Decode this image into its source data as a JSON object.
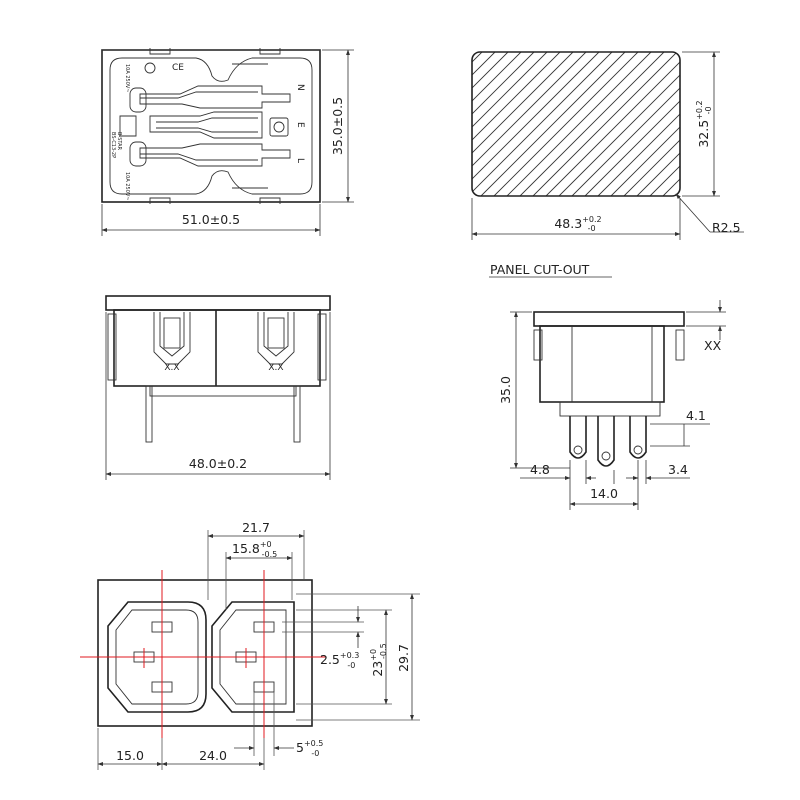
{
  "top_view": {
    "width_dim": "51.0±0.5",
    "height_dim": "35.0±0.5",
    "brand_text": "B-STAR",
    "model_text": "BS-C13-2P",
    "rating_top": "10A 250V~",
    "rating_bottom": "10A 250V~",
    "terminal_labels": [
      "N",
      "E",
      "L"
    ],
    "ce_mark": "CE"
  },
  "panel_cutout": {
    "title": "PANEL CUT-OUT",
    "width_base": "48.3",
    "width_tol_plus": "+0.2",
    "width_tol_minus": "-0",
    "height_base": "32.5",
    "height_tol_plus": "+0.2",
    "height_tol_minus": "-0",
    "radius": "R2.5"
  },
  "front_view": {
    "width_dim": "48.0±0.2",
    "xx_label_left": "X.X",
    "xx_label_right": "X.X"
  },
  "side_view": {
    "height_dim": "35.0",
    "xx_label": "XX",
    "dim_4_1": "4.1",
    "dim_4_8": "4.8",
    "dim_3_4": "3.4",
    "dim_14_0": "14.0"
  },
  "bottom_view": {
    "dim_21_7": "21.7",
    "dim_15_8_base": "15.8",
    "dim_15_8_tol_plus": "+0",
    "dim_15_8_tol_minus": "-0.5",
    "dim_2_5_base": "2.5",
    "dim_2_5_tol_plus": "+0.3",
    "dim_2_5_tol_minus": "-0",
    "dim_23_base": "23",
    "dim_23_tol_plus": "+0",
    "dim_23_tol_minus": "-0.5",
    "dim_29_7": "29.7",
    "dim_15_0": "15.0",
    "dim_24_0": "24.0",
    "dim_5_base": "5",
    "dim_5_tol_plus": "+0.5",
    "dim_5_tol_minus": "-0"
  }
}
